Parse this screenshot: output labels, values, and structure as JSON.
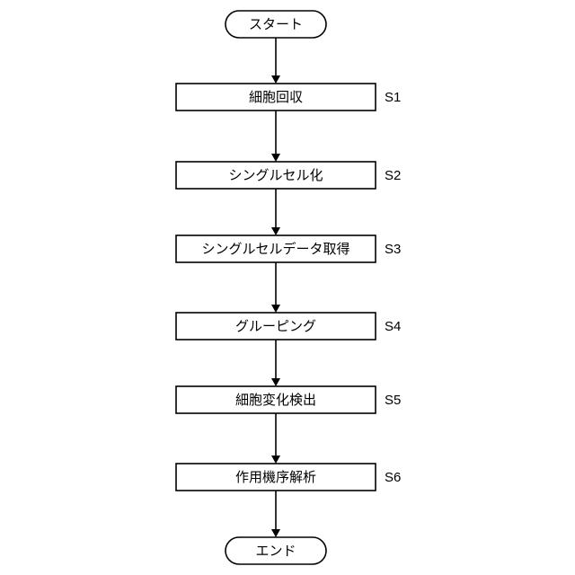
{
  "flowchart": {
    "start": {
      "label": "スタート"
    },
    "end": {
      "label": "エンド"
    },
    "steps": [
      {
        "id": "S1",
        "label": "細胞回収"
      },
      {
        "id": "S2",
        "label": "シングルセル化"
      },
      {
        "id": "S3",
        "label": "シングルセルデータ取得"
      },
      {
        "id": "S4",
        "label": "グルーピング"
      },
      {
        "id": "S5",
        "label": "細胞変化検出"
      },
      {
        "id": "S6",
        "label": "作用機序解析"
      }
    ]
  }
}
